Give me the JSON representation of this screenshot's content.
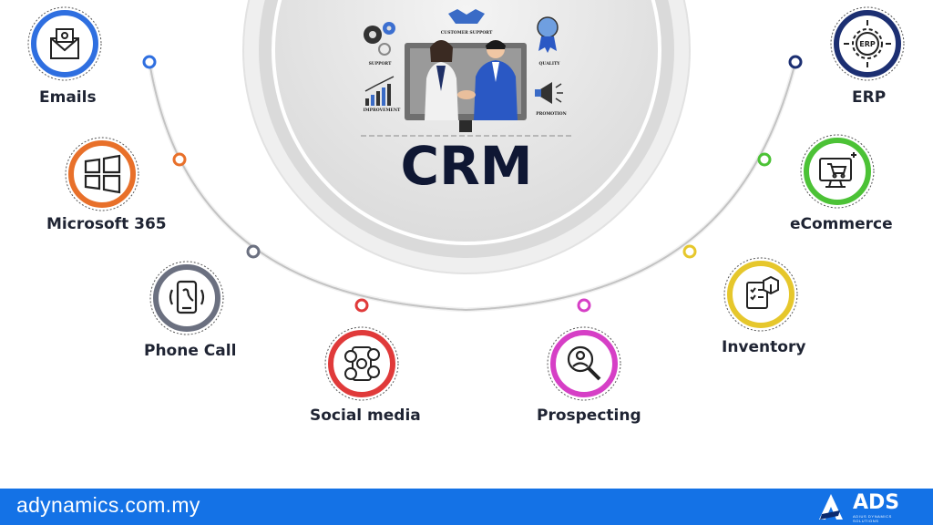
{
  "center": {
    "title": "CRM",
    "tags": {
      "customer_support": "CUSTOMER SUPPORT",
      "support": "SUPPORT",
      "quality": "QUALITY",
      "improvement": "IMPROVEMENT",
      "promotion": "PROMOTION"
    }
  },
  "nodes": [
    {
      "label": "Emails",
      "color": "#2f6fe0",
      "icon": "email-icon"
    },
    {
      "label": "Microsoft 365",
      "color": "#e8702a",
      "icon": "windows-icon"
    },
    {
      "label": "Phone Call",
      "color": "#6b7080",
      "icon": "phone-icon"
    },
    {
      "label": "Social media",
      "color": "#e03a3a",
      "icon": "social-media-icon"
    },
    {
      "label": "Prospecting",
      "color": "#d63fc6",
      "icon": "search-person-icon"
    },
    {
      "label": "Inventory",
      "color": "#e6c72c",
      "icon": "inventory-icon"
    },
    {
      "label": "eCommerce",
      "color": "#4cc236",
      "icon": "ecommerce-icon"
    },
    {
      "label": "ERP",
      "color": "#1c2f72",
      "icon": "erp-gear-icon"
    }
  ],
  "footer": {
    "url": "adynamics.com.my",
    "logo_text": "ADS",
    "logo_subtext": "ADIUS DYNAMICS SOLUTIONS"
  }
}
